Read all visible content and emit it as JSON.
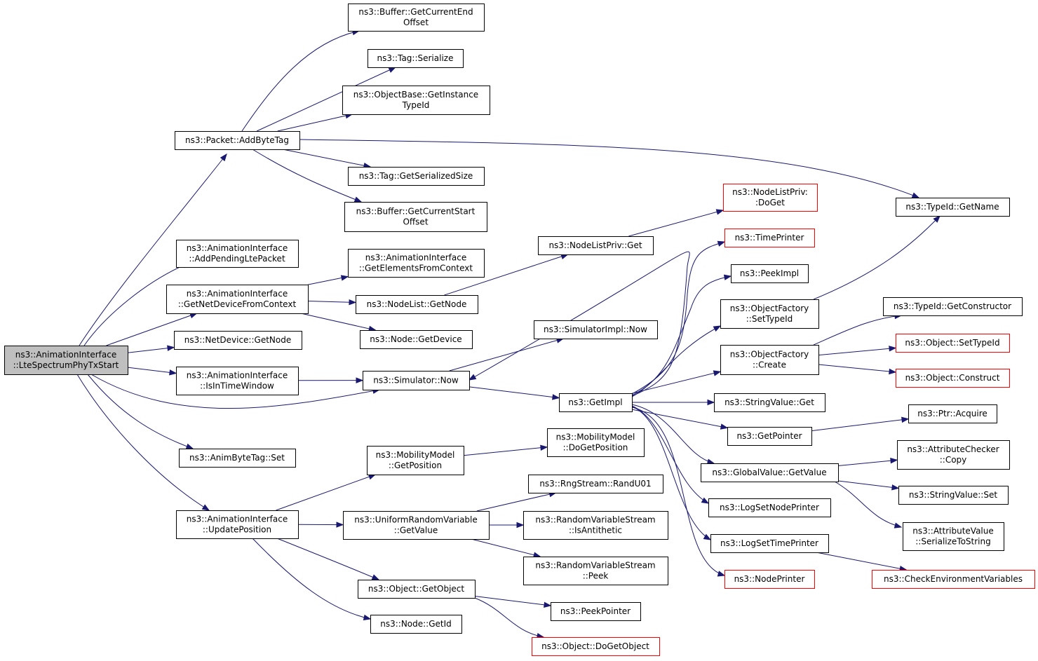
{
  "graph": {
    "colors": {
      "edge": "#191970",
      "node_border": "#000000",
      "truncated_border": "#ff0000",
      "root_fill": "#bfbfbf"
    },
    "nodes": [
      {
        "id": "root",
        "lines": [
          "ns3::AnimationInterface",
          "::LteSpectrumPhyTxStart"
        ],
        "style": "root"
      },
      {
        "id": "addByteTag",
        "lines": [
          "ns3::Packet::AddByteTag"
        ]
      },
      {
        "id": "bufGetEnd",
        "lines": [
          "ns3::Buffer::GetCurrentEnd",
          "Offset"
        ]
      },
      {
        "id": "tagSerialize",
        "lines": [
          "ns3::Tag::Serialize"
        ]
      },
      {
        "id": "objBaseGetTypeId",
        "lines": [
          "ns3::ObjectBase::GetInstance",
          "TypeId"
        ]
      },
      {
        "id": "tagGetSize",
        "lines": [
          "ns3::Tag::GetSerializedSize"
        ]
      },
      {
        "id": "bufGetStart",
        "lines": [
          "ns3::Buffer::GetCurrentStart",
          "Offset"
        ]
      },
      {
        "id": "typeIdGetName",
        "lines": [
          "ns3::TypeId::GetName"
        ]
      },
      {
        "id": "addPendingLte",
        "lines": [
          "ns3::AnimationInterface",
          "::AddPendingLtePacket"
        ]
      },
      {
        "id": "getNetDevice",
        "lines": [
          "ns3::AnimationInterface",
          "::GetNetDeviceFromContext"
        ]
      },
      {
        "id": "getElements",
        "lines": [
          "ns3::AnimationInterface",
          "::GetElementsFromContext"
        ]
      },
      {
        "id": "nodeListGetNode",
        "lines": [
          "ns3::NodeList::GetNode"
        ]
      },
      {
        "id": "nodeGetDevice",
        "lines": [
          "ns3::Node::GetDevice"
        ]
      },
      {
        "id": "nodeListPrivGet",
        "lines": [
          "ns3::NodeListPriv::Get"
        ]
      },
      {
        "id": "nodeListPrivDoGet",
        "lines": [
          "ns3::NodeListPriv:",
          ":DoGet"
        ],
        "style": "red"
      },
      {
        "id": "netDevGetNode",
        "lines": [
          "ns3::NetDevice::GetNode"
        ]
      },
      {
        "id": "isInTimeWindow",
        "lines": [
          "ns3::AnimationInterface",
          "::IsInTimeWindow"
        ]
      },
      {
        "id": "simNow",
        "lines": [
          "ns3::Simulator::Now"
        ]
      },
      {
        "id": "simImplNow",
        "lines": [
          "ns3::SimulatorImpl::Now"
        ]
      },
      {
        "id": "getImpl",
        "lines": [
          "ns3::GetImpl"
        ]
      },
      {
        "id": "timePrinter",
        "lines": [
          "ns3::TimePrinter"
        ],
        "style": "red"
      },
      {
        "id": "peekImpl",
        "lines": [
          "ns3::PeekImpl"
        ]
      },
      {
        "id": "ofSetTypeId",
        "lines": [
          "ns3::ObjectFactory",
          "::SetTypeId"
        ]
      },
      {
        "id": "ofCreate",
        "lines": [
          "ns3::ObjectFactory",
          "::Create"
        ]
      },
      {
        "id": "typeIdGetCtor",
        "lines": [
          "ns3::TypeId::GetConstructor"
        ]
      },
      {
        "id": "objSetTypeId",
        "lines": [
          "ns3::Object::SetTypeId"
        ],
        "style": "red"
      },
      {
        "id": "objConstruct",
        "lines": [
          "ns3::Object::Construct"
        ],
        "style": "red"
      },
      {
        "id": "strValGet",
        "lines": [
          "ns3::StringValue::Get"
        ]
      },
      {
        "id": "getPointer",
        "lines": [
          "ns3::GetPointer"
        ]
      },
      {
        "id": "ptrAcquire",
        "lines": [
          "ns3::Ptr::Acquire"
        ]
      },
      {
        "id": "gvGetValue",
        "lines": [
          "ns3::GlobalValue::GetValue"
        ]
      },
      {
        "id": "attrCheckerCopy",
        "lines": [
          "ns3::AttributeChecker",
          "::Copy"
        ]
      },
      {
        "id": "strValSet",
        "lines": [
          "ns3::StringValue::Set"
        ]
      },
      {
        "id": "attrValSerialize",
        "lines": [
          "ns3::AttributeValue",
          "::SerializeToString"
        ]
      },
      {
        "id": "logSetNodePrinter",
        "lines": [
          "ns3::LogSetNodePrinter"
        ]
      },
      {
        "id": "logSetTimePrinter",
        "lines": [
          "ns3::LogSetTimePrinter"
        ]
      },
      {
        "id": "checkEnvVars",
        "lines": [
          "ns3::CheckEnvironmentVariables"
        ],
        "style": "red"
      },
      {
        "id": "nodePrinter",
        "lines": [
          "ns3::NodePrinter"
        ],
        "style": "red"
      },
      {
        "id": "animByteTagSet",
        "lines": [
          "ns3::AnimByteTag::Set"
        ]
      },
      {
        "id": "updatePosition",
        "lines": [
          "ns3::AnimationInterface",
          "::UpdatePosition"
        ]
      },
      {
        "id": "mobGetPosition",
        "lines": [
          "ns3::MobilityModel",
          "::GetPosition"
        ]
      },
      {
        "id": "mobDoGetPosition",
        "lines": [
          "ns3::MobilityModel",
          "::DoGetPosition"
        ]
      },
      {
        "id": "urvGetValue",
        "lines": [
          "ns3::UniformRandomVariable",
          "::GetValue"
        ]
      },
      {
        "id": "rngRandU01",
        "lines": [
          "ns3::RngStream::RandU01"
        ]
      },
      {
        "id": "rvsIsAntithetic",
        "lines": [
          "ns3::RandomVariableStream",
          "::IsAntithetic"
        ]
      },
      {
        "id": "rvsPeek",
        "lines": [
          "ns3::RandomVariableStream",
          "::Peek"
        ]
      },
      {
        "id": "objGetObject",
        "lines": [
          "ns3::Object::GetObject"
        ]
      },
      {
        "id": "peekPointer",
        "lines": [
          "ns3::PeekPointer"
        ]
      },
      {
        "id": "objDoGetObject",
        "lines": [
          "ns3::Object::DoGetObject"
        ],
        "style": "red"
      },
      {
        "id": "nodeGetId",
        "lines": [
          "ns3::Node::GetId"
        ]
      }
    ],
    "edges": [
      [
        "root",
        "addByteTag"
      ],
      [
        "root",
        "addPendingLte"
      ],
      [
        "root",
        "getNetDevice"
      ],
      [
        "root",
        "netDevGetNode"
      ],
      [
        "root",
        "isInTimeWindow"
      ],
      [
        "root",
        "simNow"
      ],
      [
        "root",
        "animByteTagSet"
      ],
      [
        "root",
        "updatePosition"
      ],
      [
        "addByteTag",
        "bufGetEnd"
      ],
      [
        "addByteTag",
        "tagSerialize"
      ],
      [
        "addByteTag",
        "objBaseGetTypeId"
      ],
      [
        "addByteTag",
        "typeIdGetName"
      ],
      [
        "addByteTag",
        "tagGetSize"
      ],
      [
        "addByteTag",
        "bufGetStart"
      ],
      [
        "getNetDevice",
        "getElements"
      ],
      [
        "getNetDevice",
        "nodeListGetNode"
      ],
      [
        "getNetDevice",
        "nodeGetDevice"
      ],
      [
        "nodeListGetNode",
        "nodeListPrivGet"
      ],
      [
        "nodeListPrivGet",
        "nodeListPrivDoGet"
      ],
      [
        "isInTimeWindow",
        "simNow"
      ],
      [
        "simNow",
        "simImplNow"
      ],
      [
        "simNow",
        "getImpl"
      ],
      [
        "getImpl",
        "simNow"
      ],
      [
        "getImpl",
        "timePrinter"
      ],
      [
        "getImpl",
        "peekImpl"
      ],
      [
        "getImpl",
        "ofSetTypeId"
      ],
      [
        "getImpl",
        "ofCreate"
      ],
      [
        "getImpl",
        "strValGet"
      ],
      [
        "getImpl",
        "getPointer"
      ],
      [
        "getImpl",
        "gvGetValue"
      ],
      [
        "getImpl",
        "logSetNodePrinter"
      ],
      [
        "getImpl",
        "logSetTimePrinter"
      ],
      [
        "getImpl",
        "nodePrinter"
      ],
      [
        "ofSetTypeId",
        "typeIdGetName"
      ],
      [
        "ofCreate",
        "typeIdGetCtor"
      ],
      [
        "ofCreate",
        "objSetTypeId"
      ],
      [
        "ofCreate",
        "objConstruct"
      ],
      [
        "getPointer",
        "ptrAcquire"
      ],
      [
        "gvGetValue",
        "attrCheckerCopy"
      ],
      [
        "gvGetValue",
        "strValSet"
      ],
      [
        "gvGetValue",
        "attrValSerialize"
      ],
      [
        "logSetTimePrinter",
        "checkEnvVars"
      ],
      [
        "updatePosition",
        "mobGetPosition"
      ],
      [
        "updatePosition",
        "urvGetValue"
      ],
      [
        "updatePosition",
        "objGetObject"
      ],
      [
        "updatePosition",
        "nodeGetId"
      ],
      [
        "mobGetPosition",
        "mobDoGetPosition"
      ],
      [
        "urvGetValue",
        "rngRandU01"
      ],
      [
        "urvGetValue",
        "rvsIsAntithetic"
      ],
      [
        "urvGetValue",
        "rvsPeek"
      ],
      [
        "objGetObject",
        "peekPointer"
      ],
      [
        "objGetObject",
        "objDoGetObject"
      ]
    ]
  }
}
